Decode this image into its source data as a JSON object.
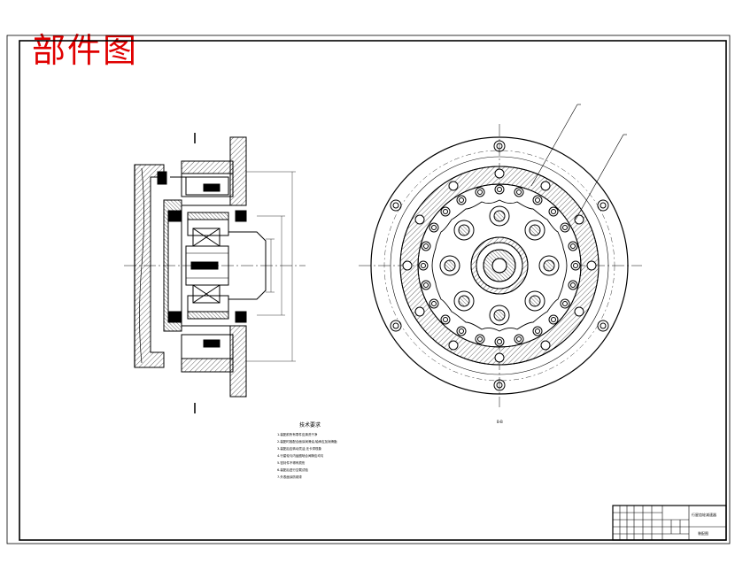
{
  "drawing": {
    "watermark": "部件图",
    "view_label": "B-B",
    "notes_title": "技术要求",
    "notes": [
      "1.装配前所有零件应清洗干净",
      "2.装配时各配合面涂润滑油,轴承应加润滑脂",
      "3.装配后应转动灵活,无卡滞现象",
      "4.行星轮与内齿圈啮合间隙应均匀",
      "5.密封件不得有损伤",
      "6.装配后进行空载试验",
      "7.外表面涂防锈漆"
    ],
    "title_block": {
      "name": "行星齿轮减速器",
      "drawing_type": "装配图"
    }
  }
}
